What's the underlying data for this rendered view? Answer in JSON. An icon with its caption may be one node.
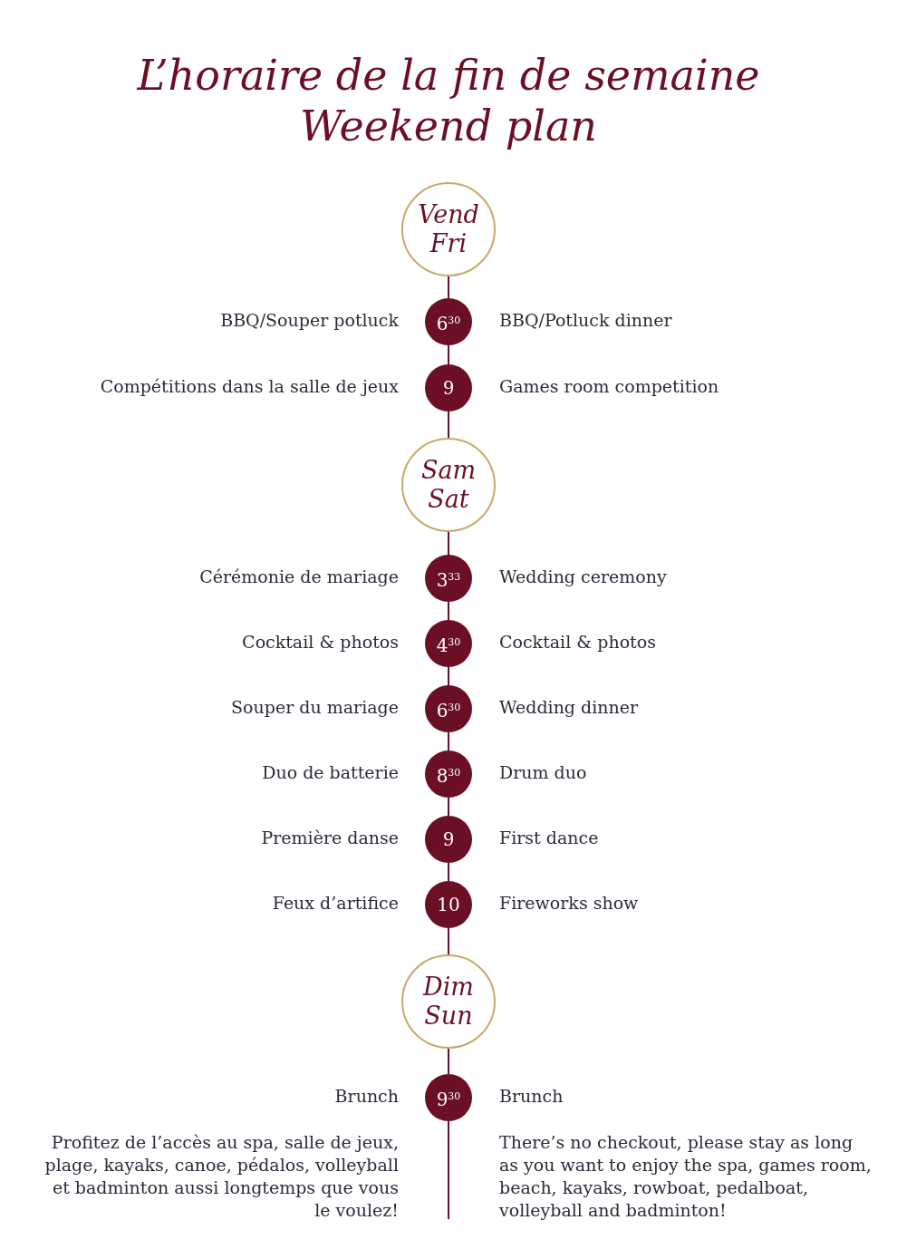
{
  "diagram": {
    "title": "L’horaire de la fin de semaine Weekend plan",
    "nodes": [
      {
        "text": [
          "Vend",
          "Fri"
        ]
      },
      {
        "text": [
          "6$^{30}$"
        ],
        "beside": [
          "BBQ/Souper potluck",
          "BBQ/Potluck dinner"
        ]
      },
      {
        "text": [
          "9"
        ],
        "beside": [
          "Compétitions dans la salle de jeux",
          "Games room competition"
        ]
      },
      {
        "text": [
          "Sam",
          "Sat"
        ]
      },
      {
        "text": [
          "3$^{33}$"
        ],
        "beside": [
          "Cérémonie de mariage",
          "Wedding ceremony"
        ]
      },
      {
        "text": [
          "4$^{30}$"
        ],
        "beside": [
          "Cocktail & photos",
          "Cocktail & photos"
        ]
      },
      {
        "text": [
          "6$^{30}$"
        ],
        "beside": [
          "Souper du mariage",
          "Wedding dinner"
        ]
      },
      {
        "text": [
          "8$^{30}$"
        ],
        "beside": [
          "Duo de batterie",
          "Drum duo"
        ]
      },
      {
        "text": [
          "9"
        ],
        "beside": [
          "Première danse",
          "First dance"
        ]
      },
      {
        "text": [
          "10"
        ],
        "beside": [
          "Feux d’artifice",
          "Fireworks show"
        ]
      },
      {
        "text": [
          "Dim",
          "Sun"
        ]
      },
      {
        "text": [
          "9$^{30}$"
        ],
        "beside": [
          "Brunch",
          "Brunch"
        ]
      }
    ],
    "edges": [
      {
        "from": 0,
        "to": 1,
        "arrow": "none"
      },
      {
        "from": 1,
        "to": 2,
        "arrow": "none"
      },
      {
        "from": 2,
        "to": 3,
        "arrow": "none"
      },
      {
        "from": 3,
        "to": 4,
        "arrow": "none"
      },
      {
        "from": 4,
        "to": 5,
        "arrow": "none"
      },
      {
        "from": 5,
        "to": 6,
        "arrow": "none"
      },
      {
        "from": 6,
        "to": 7,
        "arrow": "none"
      },
      {
        "from": 7,
        "to": 8,
        "arrow": "none"
      },
      {
        "from": 8,
        "to": 9,
        "arrow": "none"
      },
      {
        "from": 9,
        "to": 10,
        "arrow": "none"
      },
      {
        "from": 10,
        "to": 11,
        "arrow": "none"
      },
      {
        "from": 11,
        "to": null,
        "arrow": "none"
      }
    ],
    "labels": [
      "Profitez de l’accès au spa, salle de jeux, plage, kayaks, canoe, pédalos, volleyball et badminton aussi longtemps que vous le voulez!",
      "There’s no checkout, please stay as long as you want to enjoy the spa, games room, beach, kayaks, rowboat, pedalboat, volleyball and badminton!"
    ]
  }
}
